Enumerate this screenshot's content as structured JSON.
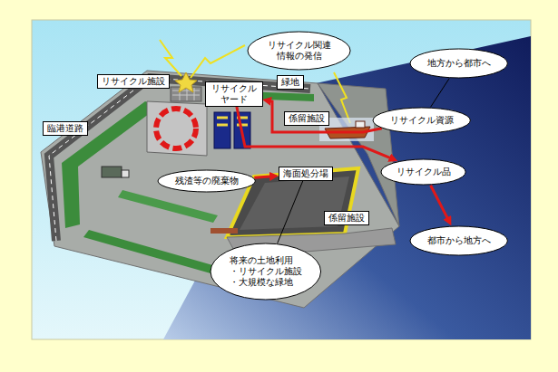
{
  "diagram": {
    "nodes": [
      {
        "text": [
          "リサイクル関連情報の発信"
        ]
      },
      {
        "text": [
          "地方から都市へ"
        ]
      },
      {
        "text": [
          "リサイクル施設"
        ]
      },
      {
        "text": [
          "リサイクルヤード"
        ]
      },
      {
        "text": [
          "緑地"
        ]
      },
      {
        "text": [
          "臨港道路"
        ]
      },
      {
        "text": [
          "係留施設"
        ]
      },
      {
        "text": [
          "リサイクル資源"
        ]
      },
      {
        "text": [
          "リサイクル品"
        ]
      },
      {
        "text": [
          "残渣等の廃棄物"
        ]
      },
      {
        "text": [
          "海面処分場"
        ]
      },
      {
        "text": [
          "都市から地方へ"
        ]
      },
      {
        "text": [
          "係留施設"
        ]
      },
      {
        "text": [
          "将来の土地利用",
          "・リサイクル施設",
          "・大規模な緑地"
        ]
      }
    ],
    "edges": [
      {
        "from": 1,
        "to": 7,
        "arrow": "none"
      },
      {
        "from": 7,
        "to": 3,
        "arrow": "to"
      },
      {
        "from": 3,
        "to": 8,
        "arrow": "to"
      },
      {
        "from": 8,
        "to": 11,
        "arrow": "to"
      },
      {
        "from": 9,
        "to": 10,
        "arrow": "to"
      },
      {
        "from": 13,
        "to": 10,
        "arrow": "none"
      }
    ]
  }
}
